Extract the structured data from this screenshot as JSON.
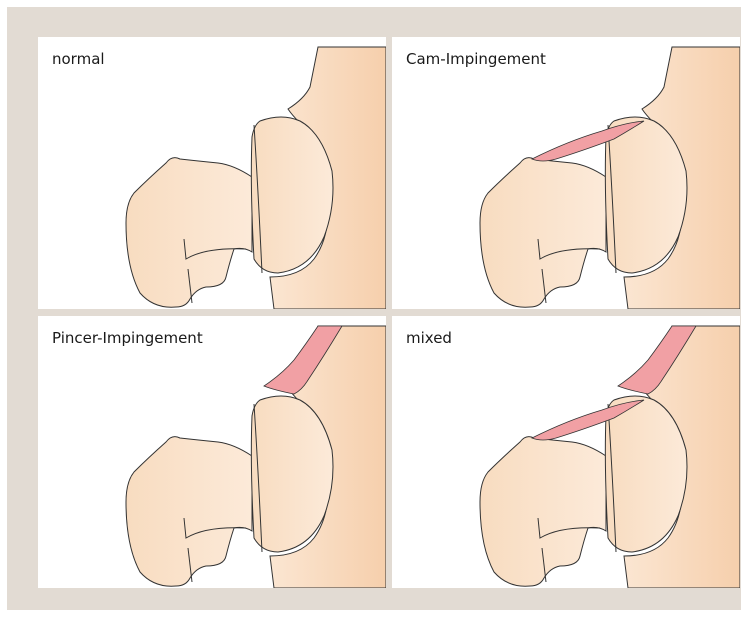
{
  "panels": [
    {
      "key": "normal",
      "label": "normal",
      "cam_lesion": false,
      "pincer_lesion": false
    },
    {
      "key": "cam",
      "label": "Cam-Impingement",
      "cam_lesion": true,
      "pincer_lesion": false
    },
    {
      "key": "pincer",
      "label": "Pincer-Impingement",
      "cam_lesion": false,
      "pincer_lesion": true
    },
    {
      "key": "mixed",
      "label": "mixed",
      "cam_lesion": true,
      "pincer_lesion": true
    }
  ],
  "colors": {
    "frame": "#e2dbd3",
    "bone": "#fbe3cc",
    "acetabulum": "#f7d8bb",
    "lesion": "#f1a0a4",
    "outline": "#333333"
  }
}
